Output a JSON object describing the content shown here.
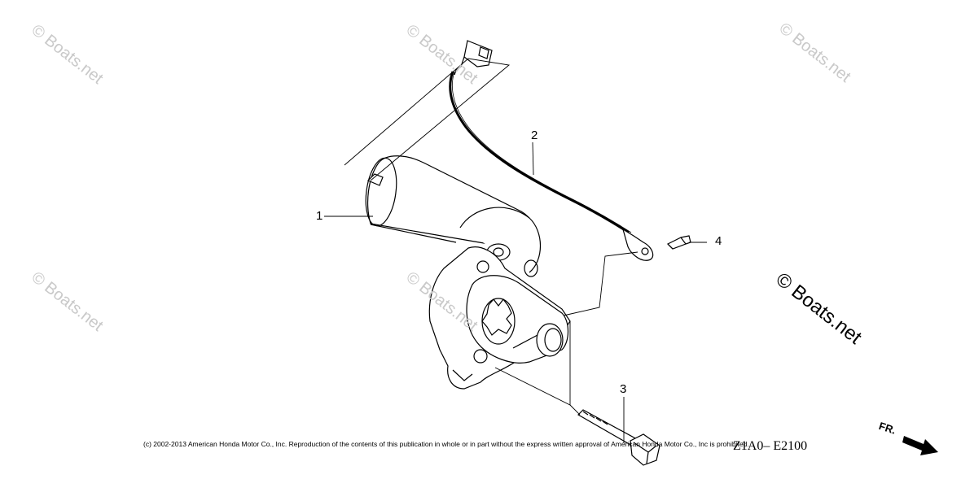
{
  "watermarks": {
    "faint": "© Boats.net",
    "prominent": "© Boats.net"
  },
  "callouts": [
    "1",
    "2",
    "3",
    "4"
  ],
  "copyright": "(c) 2002-2013 American Honda Motor Co., Inc. Reproduction of the contents of this publication in whole or in part without the express written approval of American Honda Motor Co., Inc is prohibited.",
  "diagram_code": "Z1A0– E2100",
  "front_indicator": "FR."
}
